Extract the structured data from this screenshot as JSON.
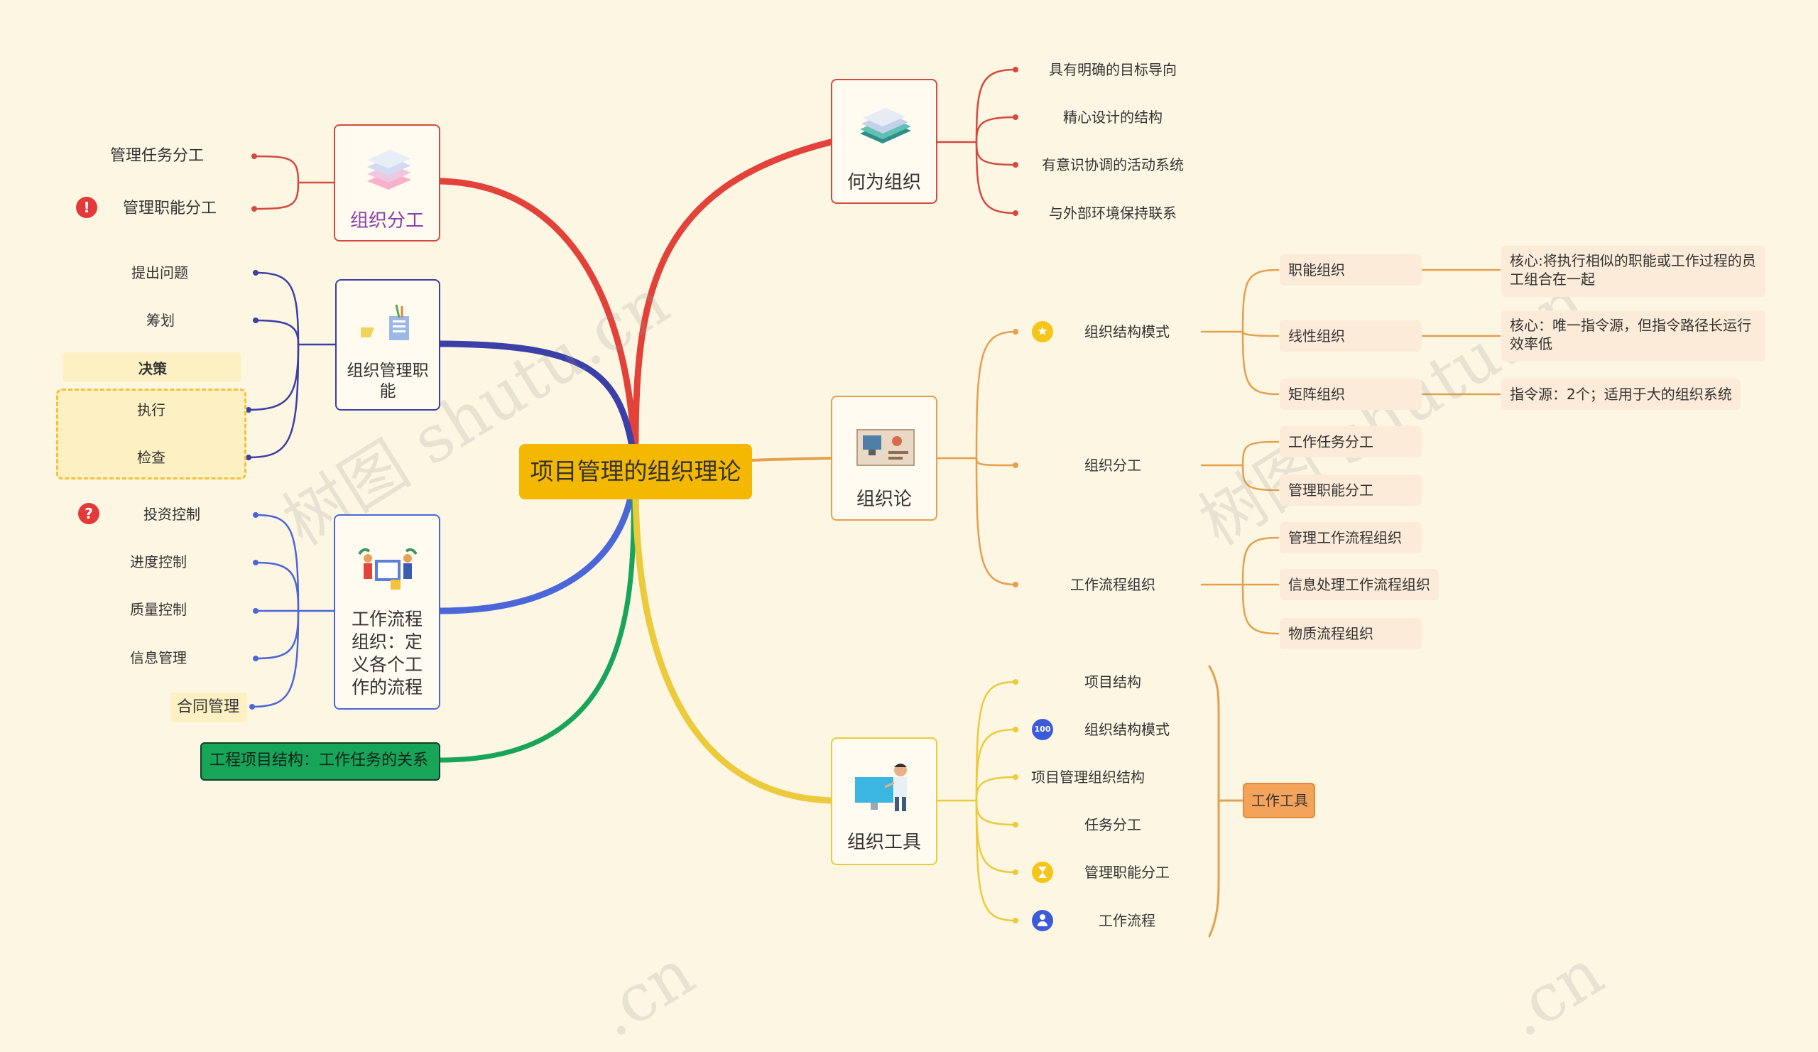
{
  "root": "项目管理的组织理论",
  "left": {
    "fengong": {
      "title": "组织分工",
      "items": [
        "管理任务分工",
        "管理职能分工"
      ]
    },
    "zhineng": {
      "title": "组织管理职能",
      "items": [
        "提出问题",
        "筹划",
        "决策",
        "执行",
        "检查"
      ]
    },
    "liucheng": {
      "title": "工作流程组织：定义各个工作的流程",
      "title_lines": [
        "工作流程",
        "组织：定",
        "义各个工",
        "作的流程"
      ],
      "items": [
        "投资控制",
        "进度控制",
        "质量控制",
        "信息管理",
        "合同管理"
      ]
    },
    "jiegou": {
      "title": "工程项目结构：工作任务的关系"
    }
  },
  "right": {
    "heweizuzhi": {
      "title": "何为组织",
      "items": [
        "具有明确的目标导向",
        "精心设计的结构",
        "有意识协调的活动系统",
        "与外部环境保持联系"
      ]
    },
    "zuzhilun": {
      "title": "组织论",
      "moshi": {
        "label": "组织结构模式",
        "items": [
          "职能组织",
          "线性组织",
          "矩阵组织"
        ],
        "notes": [
          "核心:将执行相似的职能或工作过程的员工组合在一起",
          "核心：唯一指令源，但指令路径长运行效率低",
          "指令源：2个；适用于大的组织系统"
        ]
      },
      "fengong": {
        "label": "组织分工",
        "items": [
          "工作任务分工",
          "管理职能分工"
        ]
      },
      "liucheng": {
        "label": "工作流程组织",
        "items": [
          "管理工作流程组织",
          "信息处理工作流程组织",
          "物质流程组织"
        ]
      }
    },
    "gongju": {
      "title": "组织工具",
      "items": [
        "项目结构",
        "组织结构模式",
        "项目管理组织结构",
        "任务分工",
        "管理职能分工",
        "工作流程"
      ],
      "summary": "工作工具"
    }
  },
  "markers": {
    "exclaim": "!",
    "question": "?",
    "star": "★",
    "hundred": "100"
  },
  "watermark": {
    "cn": "树图 shutu.cn",
    "short": ".cn"
  },
  "colors": {
    "red": "#E2423A",
    "navy": "#3B3FA8",
    "blue": "#4A66D9",
    "green": "#17A55A",
    "orange": "#E4A04E",
    "yellow": "#EBCB3B",
    "root": "#F5B800"
  }
}
